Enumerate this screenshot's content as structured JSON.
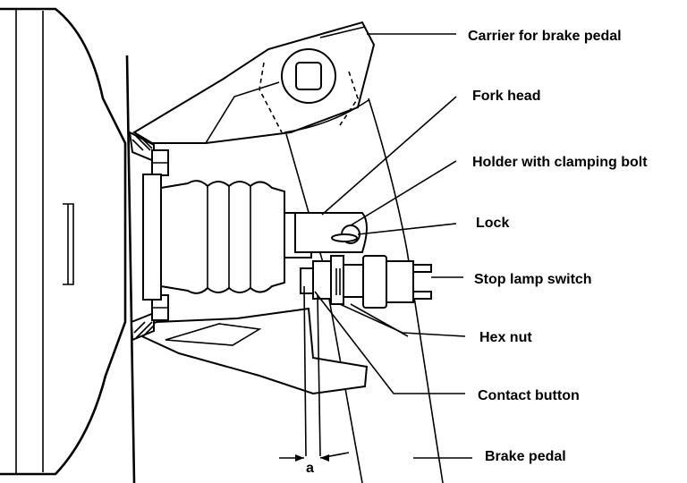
{
  "labels": {
    "carrier": "Carrier for brake pedal",
    "fork_head": "Fork head",
    "holder": "Holder with clamping bolt",
    "lock": "Lock",
    "stop_lamp_switch": "Stop lamp switch",
    "hex_nut": "Hex nut",
    "contact_button": "Contact button",
    "brake_pedal": "Brake pedal",
    "dimension_a": "a"
  }
}
